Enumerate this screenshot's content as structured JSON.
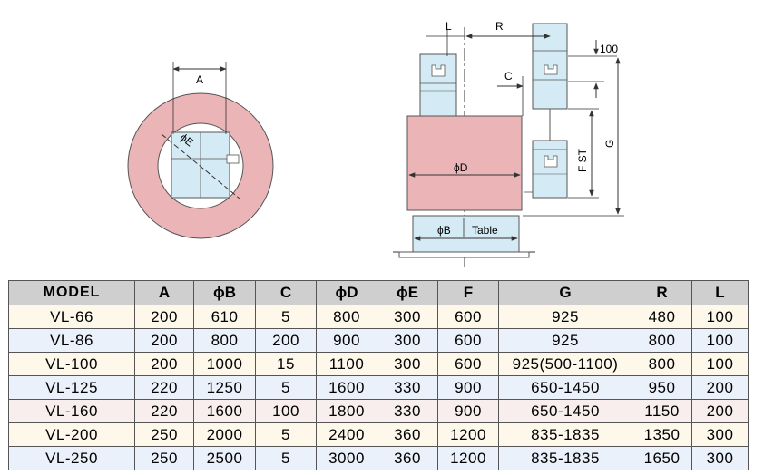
{
  "diagram": {
    "left_view": {
      "label_A": "A",
      "label_E": "ϕE"
    },
    "side_view": {
      "label_L": "L",
      "label_R": "R",
      "label_100": "100",
      "label_C": "C",
      "label_D": "ϕD",
      "label_FST": "F ST",
      "label_G": "G",
      "label_B": "ϕB",
      "label_table": "Table"
    },
    "colors": {
      "magnet": "#ebb5b8",
      "table_fill": "#d4eaf4",
      "line": "#333333"
    }
  },
  "table": {
    "headers": [
      "MODEL",
      "A",
      "ϕB",
      "C",
      "ϕD",
      "ϕE",
      "F",
      "G",
      "R",
      "L"
    ],
    "rows": [
      [
        "VL-66",
        "200",
        "610",
        "5",
        "800",
        "300",
        "600",
        "925",
        "480",
        "100"
      ],
      [
        "VL-86",
        "200",
        "800",
        "200",
        "900",
        "300",
        "600",
        "925",
        "800",
        "100"
      ],
      [
        "VL-100",
        "200",
        "1000",
        "15",
        "1100",
        "300",
        "600",
        "925(500-1100)",
        "800",
        "100"
      ],
      [
        "VL-125",
        "220",
        "1250",
        "5",
        "1600",
        "330",
        "900",
        "650-1450",
        "950",
        "200"
      ],
      [
        "VL-160",
        "220",
        "1600",
        "100",
        "1800",
        "330",
        "900",
        "650-1450",
        "1150",
        "200"
      ],
      [
        "VL-200",
        "250",
        "2000",
        "5",
        "2400",
        "360",
        "1200",
        "835-1835",
        "1350",
        "300"
      ],
      [
        "VL-250",
        "250",
        "2500",
        "5",
        "3000",
        "360",
        "1200",
        "835-1835",
        "1650",
        "300"
      ]
    ]
  }
}
